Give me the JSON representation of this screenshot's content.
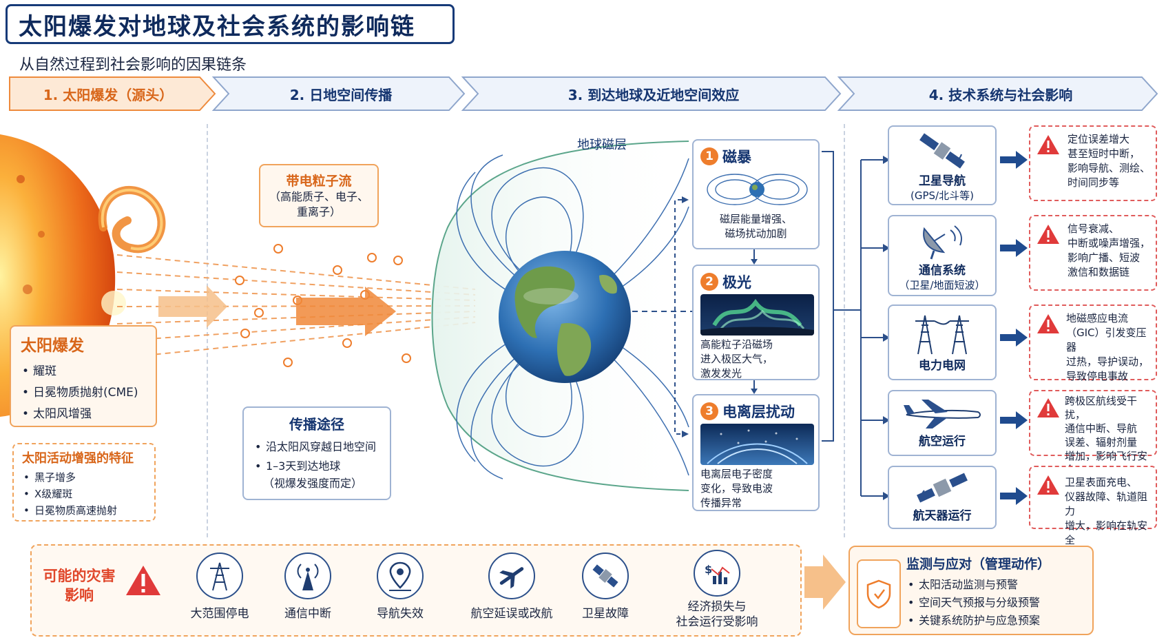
{
  "title": "太阳爆发对地球及社会系统的影响链",
  "subtitle": "从自然过程到社会影响的因果链条",
  "stages": [
    "1. 太阳爆发（源头）",
    "2. 日地空间传播",
    "3. 到达地球及近地空间效应",
    "4. 技术系统与社会影响"
  ],
  "source": {
    "title": "太阳爆发",
    "items": [
      "耀斑",
      "日冕物质抛射(CME)",
      "太阳风增强"
    ]
  },
  "features": {
    "title": "太阳活动增强的特征",
    "items": [
      "黑子增多",
      "X级耀斑",
      "日冕物质高速抛射"
    ]
  },
  "particles": {
    "title": "带电粒子流",
    "lines": [
      "（高能质子、电子、",
      "重离子）"
    ]
  },
  "path": {
    "title": "传播途径",
    "items": [
      "沿太阳风穿越日地空间",
      "1–3天到达地球"
    ],
    "note": "（视爆发强度而定）"
  },
  "magnetosphere_label": "地球磁层",
  "effects": [
    {
      "num": "1",
      "title": "磁暴",
      "lines": [
        "磁层能量增强、",
        "磁场扰动加剧"
      ]
    },
    {
      "num": "2",
      "title": "极光",
      "lines": [
        "高能粒子沿磁场",
        "进入极区大气，",
        "激发发光"
      ]
    },
    {
      "num": "3",
      "title": "电离层扰动",
      "lines": [
        "电离层电子密度",
        "变化，导致电波",
        "传播异常"
      ]
    }
  ],
  "systems": [
    {
      "name": "卫星导航",
      "sub": "(GPS/北斗等)",
      "icon": "satellite-icon",
      "impact": [
        "定位误差增大",
        "甚至短时中断，",
        "影响导航、测绘、",
        "时间同步等"
      ]
    },
    {
      "name": "通信系统",
      "sub": "（卫星/地面短波）",
      "icon": "dish-antenna-icon",
      "impact": [
        "信号衰减、",
        "中断或噪声增强，",
        "影响广播、短波",
        "激信和数据链"
      ]
    },
    {
      "name": "电力电网",
      "sub": "",
      "icon": "power-tower-icon",
      "impact": [
        "地磁感应电流",
        "（GIC）引发变压器",
        "过热，导护误动，",
        "导致停电事故"
      ]
    },
    {
      "name": "航空运行",
      "sub": "",
      "icon": "airplane-icon",
      "impact": [
        "跨极区航线受干扰，",
        "通信中断、导航",
        "误差、辐射剂量",
        "增加，影响飞行安全"
      ]
    },
    {
      "name": "航天器运行",
      "sub": "",
      "icon": "spacecraft-icon",
      "impact": [
        "卫星表面充电、",
        "仪器故障、轨道阻力",
        "增大，影响在轨安全"
      ]
    }
  ],
  "hazards": {
    "title_lines": [
      "可能的灾害",
      "影响"
    ],
    "items": [
      {
        "label": "大范围停电",
        "icon": "power-tower-icon"
      },
      {
        "label": "通信中断",
        "icon": "antenna-icon"
      },
      {
        "label": "导航失效",
        "icon": "location-pin-icon"
      },
      {
        "label": "航空延误或改航",
        "icon": "airplane-icon"
      },
      {
        "label": "卫星故障",
        "icon": "satellite-icon"
      },
      {
        "label": "经济损失与",
        "label2": "社会运行受影响",
        "icon": "economy-chart-icon"
      }
    ]
  },
  "response": {
    "title": "监测与应对（管理动作）",
    "items": [
      "太阳活动监测与预警",
      "空间天气预报与分级预警",
      "关键系统防护与应急预案"
    ]
  },
  "colors": {
    "orange": "#ee7d2c",
    "navy": "#153570",
    "red": "#e03a3a",
    "light_blue": "#eef3fb"
  }
}
